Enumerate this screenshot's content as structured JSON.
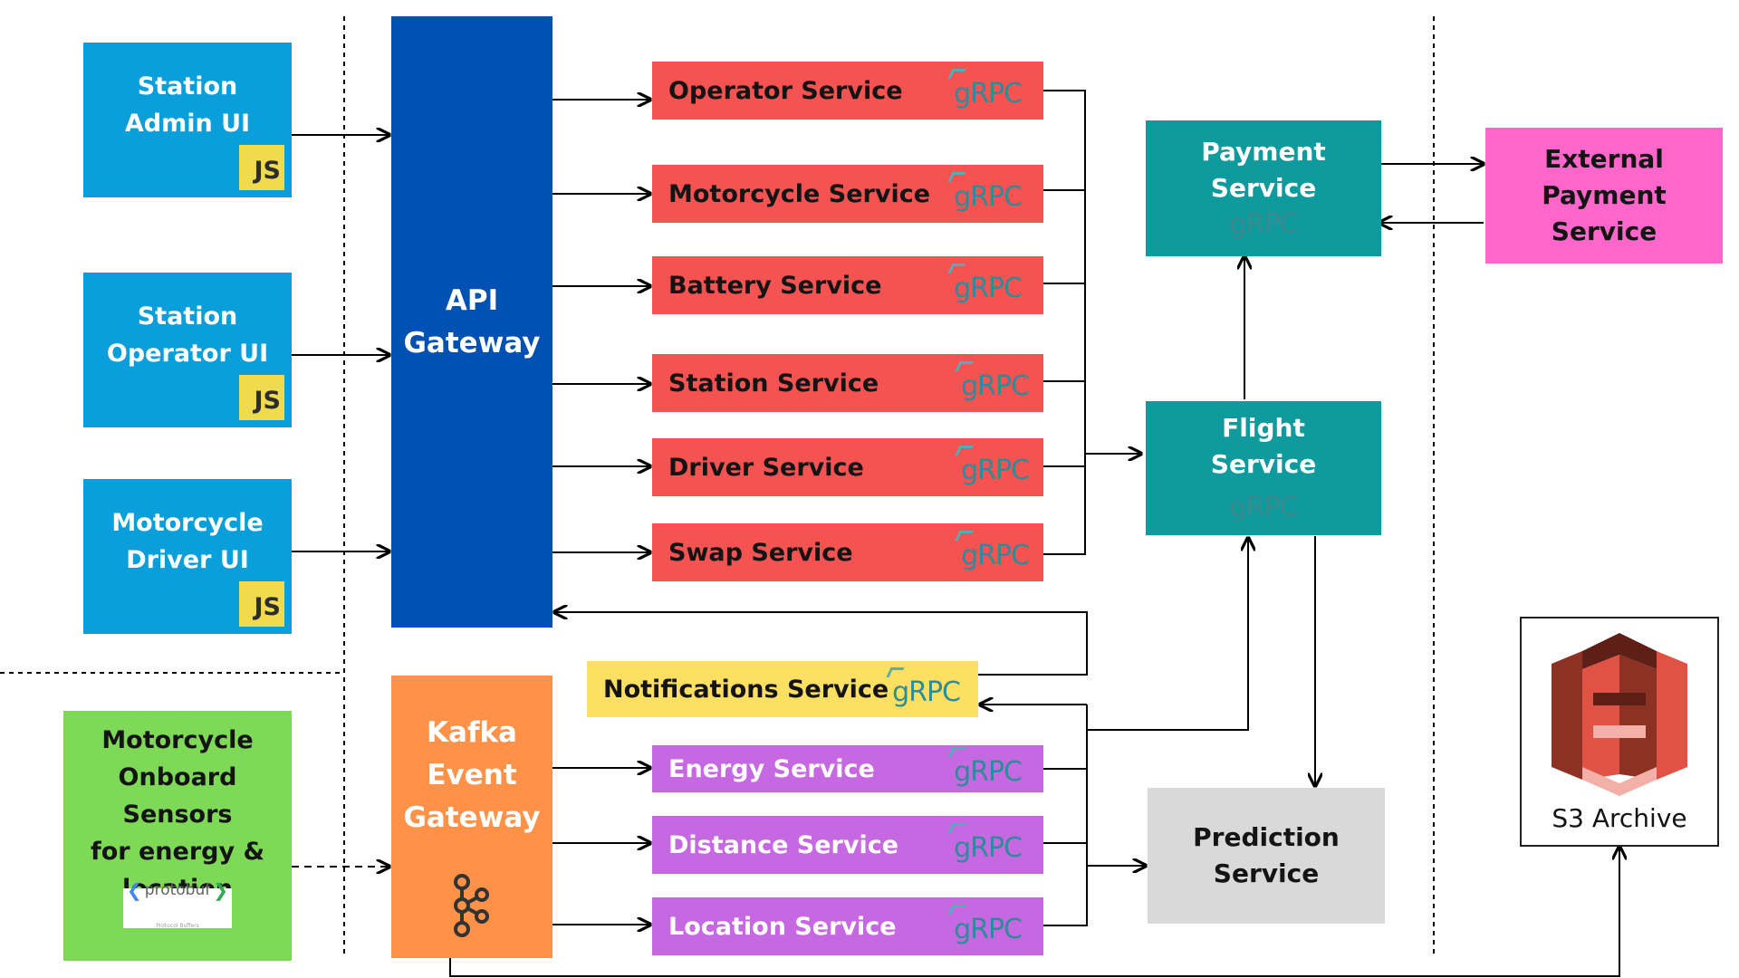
{
  "clients": {
    "admin_ui": {
      "line1": "Station",
      "line2": "Admin UI",
      "badge": "JS"
    },
    "operator_ui": {
      "line1": "Station",
      "line2": "Operator UI",
      "badge": "JS"
    },
    "driver_ui": {
      "line1": "Motorcycle",
      "line2": "Driver UI",
      "badge": "JS"
    },
    "sensors": {
      "line1": "Motorcycle",
      "line2": "Onboard Sensors",
      "line3": "for energy &",
      "line4": "location",
      "logo": "protobuf",
      "logo_subtitle": "Protocol Buffers"
    }
  },
  "gateways": {
    "api": {
      "line1": "API",
      "line2": "Gateway"
    },
    "kafka": {
      "line1": "Kafka",
      "line2": "Event",
      "line3": "Gateway",
      "icon": "kafka-icon"
    }
  },
  "grpc_label": "gRPC",
  "services": [
    {
      "label": "Operator Service"
    },
    {
      "label": "Motorcycle Service"
    },
    {
      "label": "Battery Service"
    },
    {
      "label": "Station Service"
    },
    {
      "label": "Driver Service"
    },
    {
      "label": "Swap Service"
    }
  ],
  "event_services": [
    {
      "label": "Energy Service"
    },
    {
      "label": "Distance Service"
    },
    {
      "label": "Location Service"
    }
  ],
  "notifications": {
    "label": "Notifications Service"
  },
  "payment": {
    "line1": "Payment",
    "line2": "Service"
  },
  "flight": {
    "line1": "Flight",
    "line2": "Service"
  },
  "external_payment": {
    "line1": "External",
    "line2": "Payment",
    "line3": "Service"
  },
  "prediction": {
    "line1": "Prediction",
    "line2": "Service"
  },
  "archive": {
    "label": "S3 Archive",
    "icon": "s3-bucket-icon"
  },
  "colors": {
    "ui_blue": "#0a9fdb",
    "api_gateway": "#0150b4",
    "kafka_gateway": "#ff9248",
    "grpc_service": "#f55252",
    "event_service": "#c668e2",
    "notifications": "#fde061",
    "core_service": "#0f9b9e",
    "external": "#ff66cc",
    "prediction": "#d9d9d9",
    "sensors": "#7ed957",
    "js_badge": "#f0db4f",
    "s3": "#e05243"
  }
}
